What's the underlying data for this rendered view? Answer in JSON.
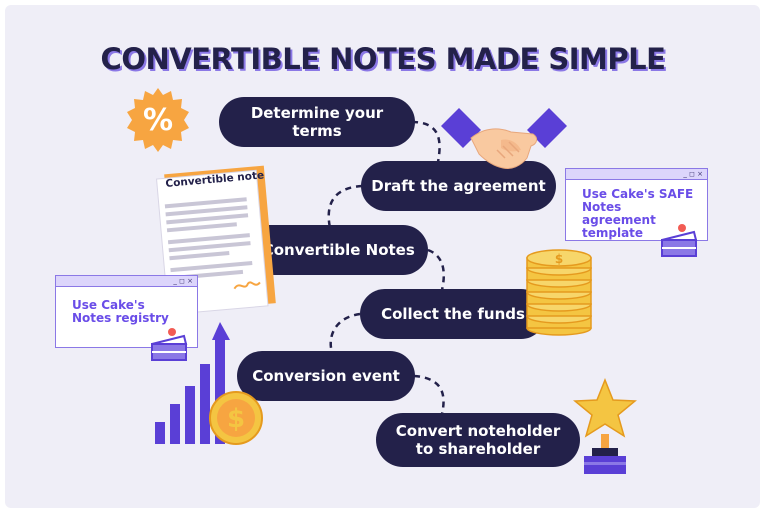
{
  "title": "CONVERTIBLE NOTES MADE SIMPLE",
  "steps": [
    {
      "label": "Determine your terms"
    },
    {
      "label": "Draft the agreement"
    },
    {
      "label": "Issue Convertible Notes"
    },
    {
      "label": "Collect the funds"
    },
    {
      "label": "Conversion event"
    },
    {
      "label": "Convert noteholder to shareholder"
    }
  ],
  "callouts": {
    "safe": {
      "text": "Use Cake's SAFE Notes agreement template"
    },
    "registry": {
      "text": "Use Cake's Notes registry"
    }
  },
  "window_controls": "_ ◻ ×",
  "document": {
    "heading": "Convertible note"
  },
  "icons": {
    "percent": "%",
    "dollar": "$"
  },
  "colors": {
    "navy": "#23214a",
    "purple": "#6a4de8",
    "orange": "#f7a541",
    "gold": "#f4c542",
    "background": "#efeef7"
  }
}
